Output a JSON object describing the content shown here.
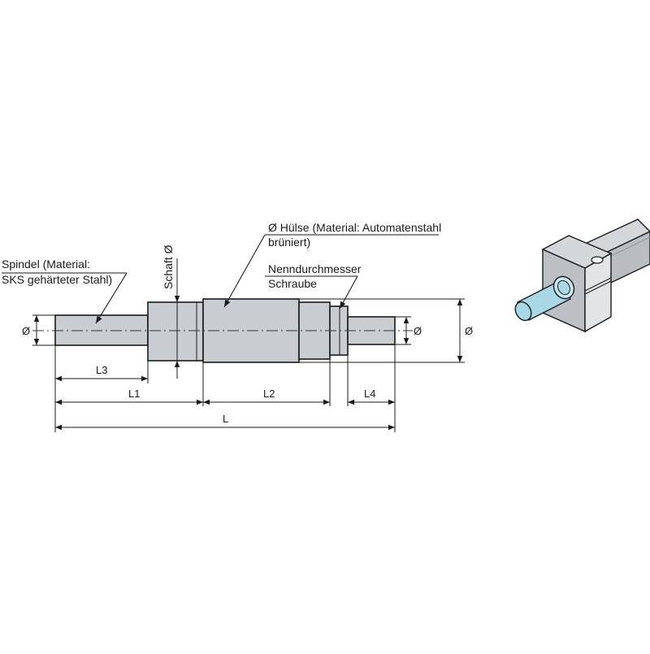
{
  "labels": {
    "spindle_line1": "Spindel (Material:",
    "spindle_line2": "SKS gehärteter Stahl)",
    "shaft_dia": "Schaft Ø",
    "sleeve_line1": "Ø Hülse (Material: Automatenstahl",
    "sleeve_line2": "brüniert)",
    "screw_line1": "Nenndurchmesser",
    "screw_line2": "Schraube"
  },
  "dimensions": {
    "dia_left": "Ø",
    "dia_right_small": "Ø",
    "dia_right_large": "Ø",
    "l3": "L3",
    "l1": "L1",
    "l2": "L2",
    "l4": "L4",
    "l": "L"
  },
  "colors": {
    "part_fill": "#c9cdd1",
    "outline": "#1a1a1a",
    "iso_rod": "#a8d8e6"
  }
}
